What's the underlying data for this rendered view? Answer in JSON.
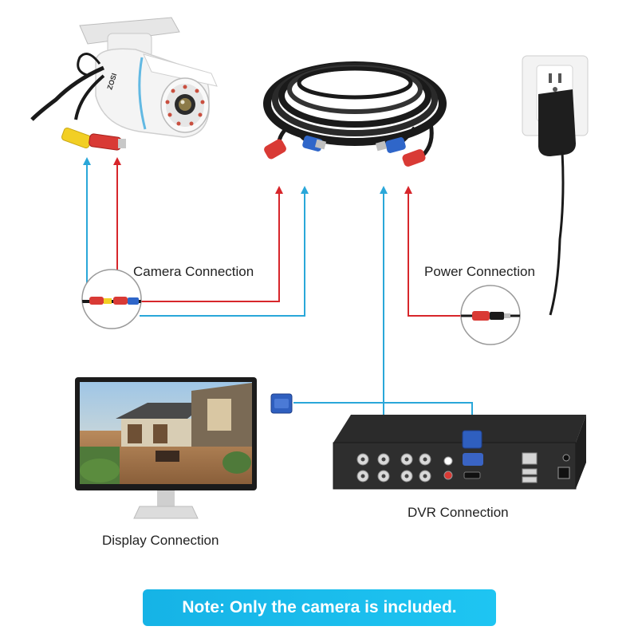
{
  "labels": {
    "camera_connection": "Camera Connection",
    "power_connection": "Power Connection",
    "dvr_connection": "DVR Connection",
    "display_connection": "Display Connection"
  },
  "camera": {
    "brand": "ZOSI"
  },
  "note": "Note: Only the camera is included.",
  "colors": {
    "video_line": "#2aa7d9",
    "power_line": "#d7262b",
    "note_background": "#1ec0ef",
    "camera_body": "#f2f2f2",
    "cable": "#1a1a1a"
  }
}
